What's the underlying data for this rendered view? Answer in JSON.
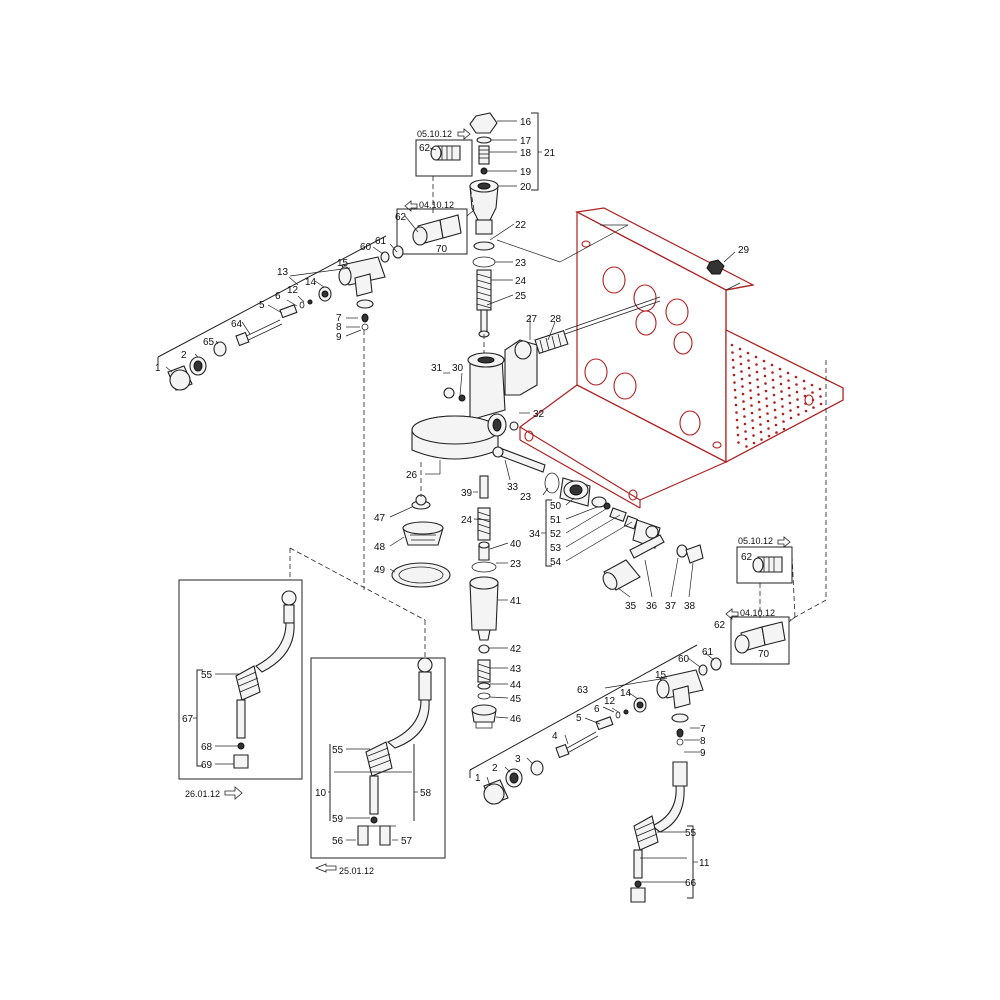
{
  "colors": {
    "frame": "#b02020",
    "ink": "#222222"
  },
  "dates": {
    "d_05_10_12_top": "05.10.12",
    "d_04_10_12_top": "04.10.12",
    "d_05_10_12_right": "05.10.12",
    "d_04_10_12_right": "04.10.12",
    "d_26_01_12": "26.01.12",
    "d_25_01_12": "25.01.12"
  },
  "labels": {
    "p16": "16",
    "p17": "17",
    "p18": "18",
    "p19": "19",
    "p20": "20",
    "p21": "21",
    "p22": "22",
    "p23a": "23",
    "p24a": "24",
    "p25": "25",
    "p29": "29",
    "p62a": "62",
    "p62b": "62",
    "p70a": "70",
    "p61a": "61",
    "p60a": "60",
    "p13": "13",
    "p15a": "15",
    "p14a": "14",
    "p6a": "6",
    "p12a": "12",
    "p5a": "5",
    "p64": "64",
    "p65": "65",
    "p2a": "2",
    "p1a": "1",
    "p7a": "7",
    "p8a": "8",
    "p9a": "9",
    "p27": "27",
    "p28": "28",
    "p31": "31",
    "p30": "30",
    "p32": "32",
    "p26": "26",
    "p33": "33",
    "p23b": "23",
    "p39": "39",
    "p47": "47",
    "p24b": "24",
    "p48": "48",
    "p49": "49",
    "p40": "40",
    "p23c": "23",
    "p41": "41",
    "p42": "42",
    "p43": "43",
    "p44": "44",
    "p45": "45",
    "p46": "46",
    "p50": "50",
    "p51": "51",
    "p52": "52",
    "p53": "53",
    "p54": "54",
    "p34": "34",
    "p35": "35",
    "p36": "36",
    "p37": "37",
    "p38": "38",
    "p62c": "62",
    "p62d": "62",
    "p70b": "70",
    "p61b": "61",
    "p60b": "60",
    "p63": "63",
    "p15b": "15",
    "p14b": "14",
    "p6b": "6",
    "p12b": "12",
    "p5b": "5",
    "p4": "4",
    "p3": "3",
    "p2b": "2",
    "p1b": "1",
    "p7b": "7",
    "p8b": "8",
    "p9b": "9",
    "p55a": "55",
    "p67": "67",
    "p68": "68",
    "p69": "69",
    "p55b": "55",
    "p10": "10",
    "p58": "58",
    "p59": "59",
    "p56": "56",
    "p57": "57",
    "p55c": "55",
    "p11": "11",
    "p66": "66"
  }
}
